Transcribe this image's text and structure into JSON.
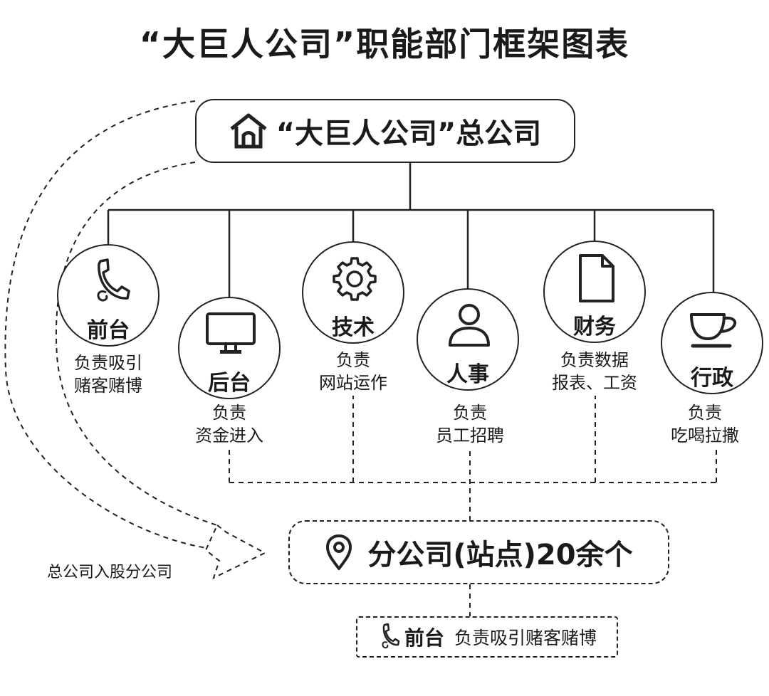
{
  "title": "“大巨人公司”职能部门框架图表",
  "headquarters": {
    "icon": "house-icon",
    "label": "“大巨人公司”总公司"
  },
  "departments": [
    {
      "icon": "phone-icon",
      "name": "前台",
      "desc_line1": "负责吸引",
      "desc_line2": "赌客赌博"
    },
    {
      "icon": "monitor-icon",
      "name": "后台",
      "desc_line1": "负责",
      "desc_line2": "资金进入"
    },
    {
      "icon": "gear-icon",
      "name": "技术",
      "desc_line1": "负责",
      "desc_line2": "网站运作"
    },
    {
      "icon": "person-icon",
      "name": "人事",
      "desc_line1": "负责",
      "desc_line2": "员工招聘"
    },
    {
      "icon": "document-icon",
      "name": "财务",
      "desc_line1": "负责数据",
      "desc_line2": "报表、工资"
    },
    {
      "icon": "teacup-icon",
      "name": "行政",
      "desc_line1": "负责",
      "desc_line2": "吃喝拉撒"
    }
  ],
  "branch": {
    "icon": "location-pin-icon",
    "label": "分公司(站点)20余个"
  },
  "branch_relation_label": "总公司入股分公司",
  "site_dept": {
    "icon": "phone-icon",
    "name": "前台",
    "desc": "负责吸引赌客赌博"
  }
}
